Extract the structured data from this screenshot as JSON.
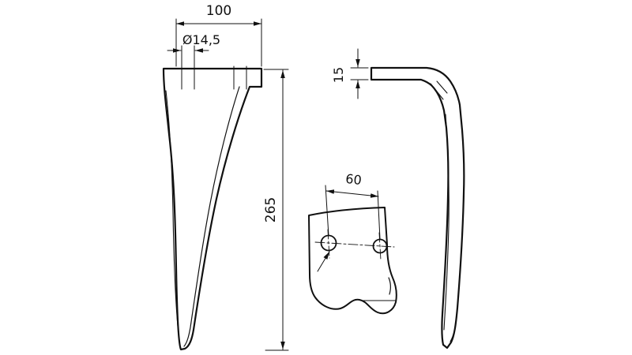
{
  "drawing": {
    "left_view": {
      "width": "100",
      "hole_diameter": "Ø14,5",
      "height": "265"
    },
    "plate_view": {
      "hole_spacing": "60"
    },
    "right_view": {
      "thickness": "15"
    }
  }
}
